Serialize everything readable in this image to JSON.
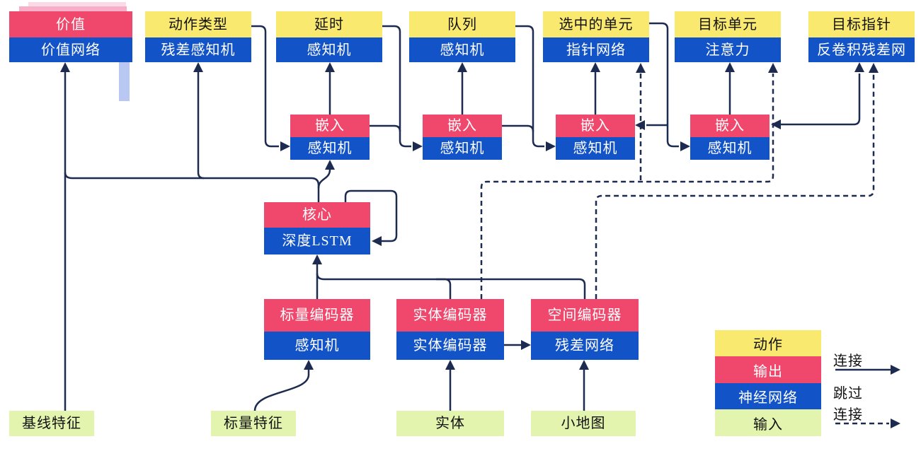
{
  "colors": {
    "action_yellow": "#FAE96F",
    "output_red": "#EF486C",
    "network_blue": "#1353C8",
    "input_green": "#E2F4AE",
    "line_navy": "#1D2B50",
    "shadow_pink": "#F6AFC7",
    "shadow_pink_light": "#FBD9E6",
    "shadow_blue": "#B9C8F2"
  },
  "heads": [
    {
      "top": "价值",
      "bottom": "价值网络"
    },
    {
      "top": "动作类型",
      "bottom": "残差感知机"
    },
    {
      "top": "延时",
      "bottom": "感知机"
    },
    {
      "top": "队列",
      "bottom": "感知机"
    },
    {
      "top": "选中的单元",
      "bottom": "指针网络"
    },
    {
      "top": "目标单元",
      "bottom": "注意力"
    },
    {
      "top": "目标指针",
      "bottom": "反卷积残差网"
    }
  ],
  "embeds": [
    {
      "top": "嵌入",
      "bottom": "感知机"
    },
    {
      "top": "嵌入",
      "bottom": "感知机"
    },
    {
      "top": "嵌入",
      "bottom": "感知机"
    },
    {
      "top": "嵌入",
      "bottom": "感知机"
    }
  ],
  "core": {
    "top": "核心",
    "bottom": "深度LSTM"
  },
  "encoders": [
    {
      "top": "标量编码器",
      "bottom": "感知机"
    },
    {
      "top": "实体编码器",
      "bottom": "实体编码器"
    },
    {
      "top": "空间编码器",
      "bottom": "残差网络"
    }
  ],
  "inputs": [
    {
      "label": "基线特征"
    },
    {
      "label": "标量特征"
    },
    {
      "label": "实体"
    },
    {
      "label": "小地图"
    }
  ],
  "legend": {
    "rows": [
      {
        "label": "动作"
      },
      {
        "label": "输出"
      },
      {
        "label": "神经网络"
      },
      {
        "label": "输入"
      }
    ],
    "solid_label": "连接",
    "dashed_label_line1": "跳过",
    "dashed_label_line2": "连接"
  }
}
